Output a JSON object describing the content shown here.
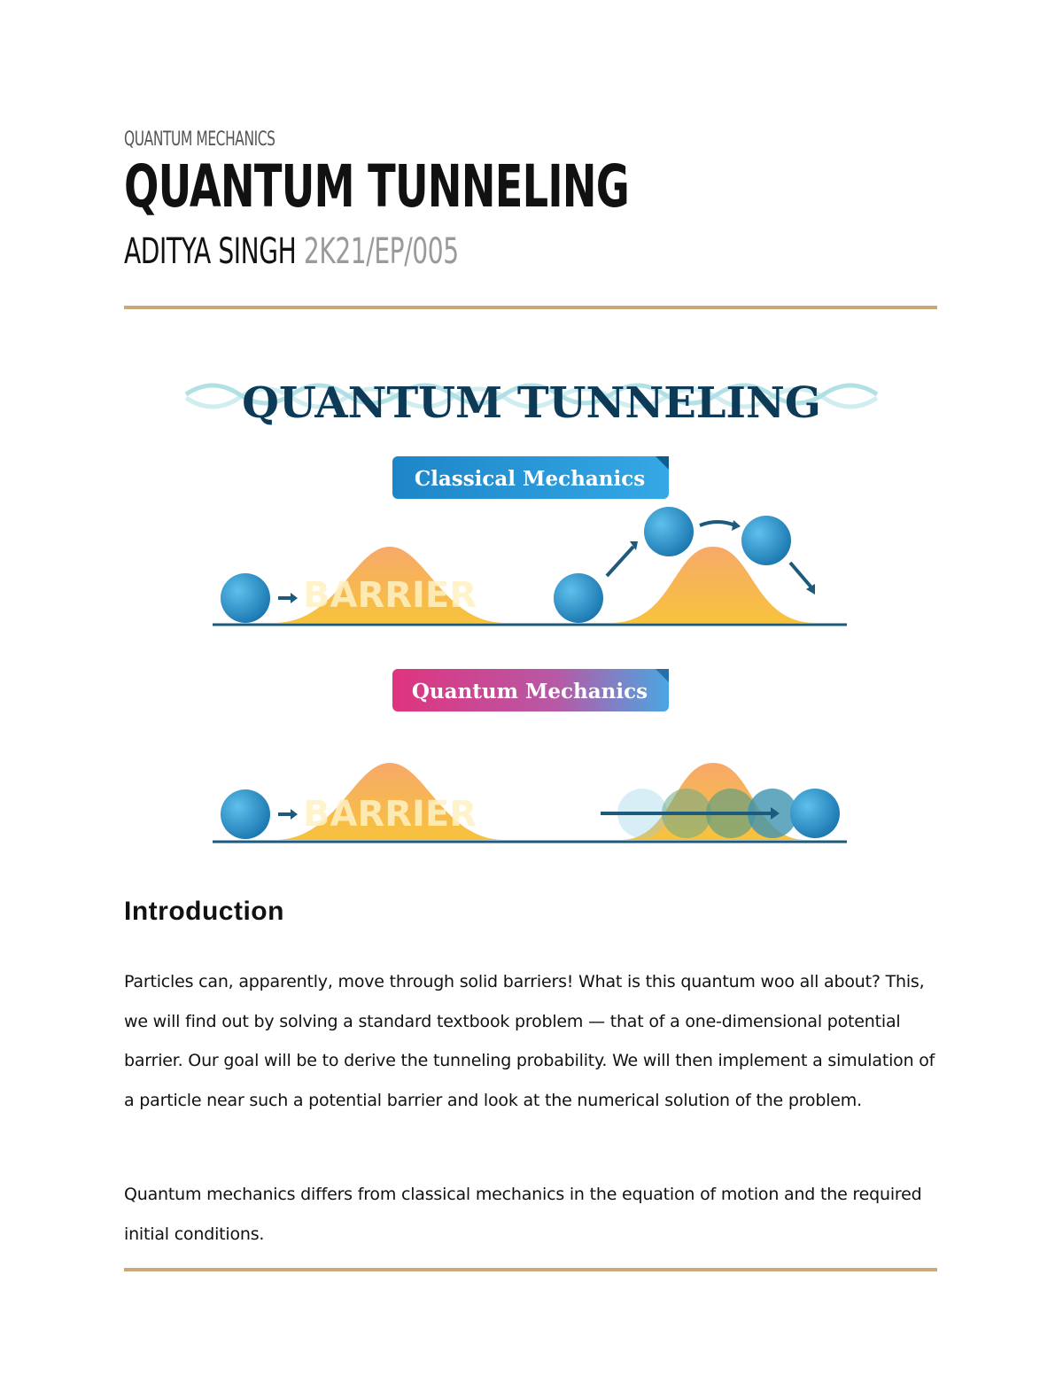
{
  "header": {
    "kicker": "QUANTUM MECHANICS",
    "title": "QUANTUM TUNNELING",
    "author_name": "ADITYA SINGH",
    "author_roll": "2K21/EP/005"
  },
  "figure": {
    "banner_title": "QUANTUM TUNNELING",
    "classical_label": "Classical Mechanics",
    "quantum_label": "Quantum Mechanics",
    "barrier_text": "BARRIER",
    "colors": {
      "title": "#0d3a57",
      "wave": "#a9dde3",
      "classical_tag": "#1e8fd0",
      "quantum_tag_start": "#e0337f",
      "quantum_tag_end": "#4aa6e3",
      "barrier_top": "#f7a96a",
      "barrier_bottom": "#f7c33d",
      "ball": "#2a8cc4",
      "ground": "#1e5a7c"
    }
  },
  "section": {
    "heading": "Introduction"
  },
  "paragraphs": [
    "Particles can, apparently, move through solid barriers! What is this quantum woo all about? This, we will find out by solving a standard textbook problem — that of a one-dimensional potential barrier. Our goal will be to derive the tunneling probability. We will then implement a simulation of a particle near such a potential barrier and look at the numerical solution of the problem.",
    "Quantum mechanics differs from classical mechanics in the equation of motion and the required initial conditions."
  ]
}
